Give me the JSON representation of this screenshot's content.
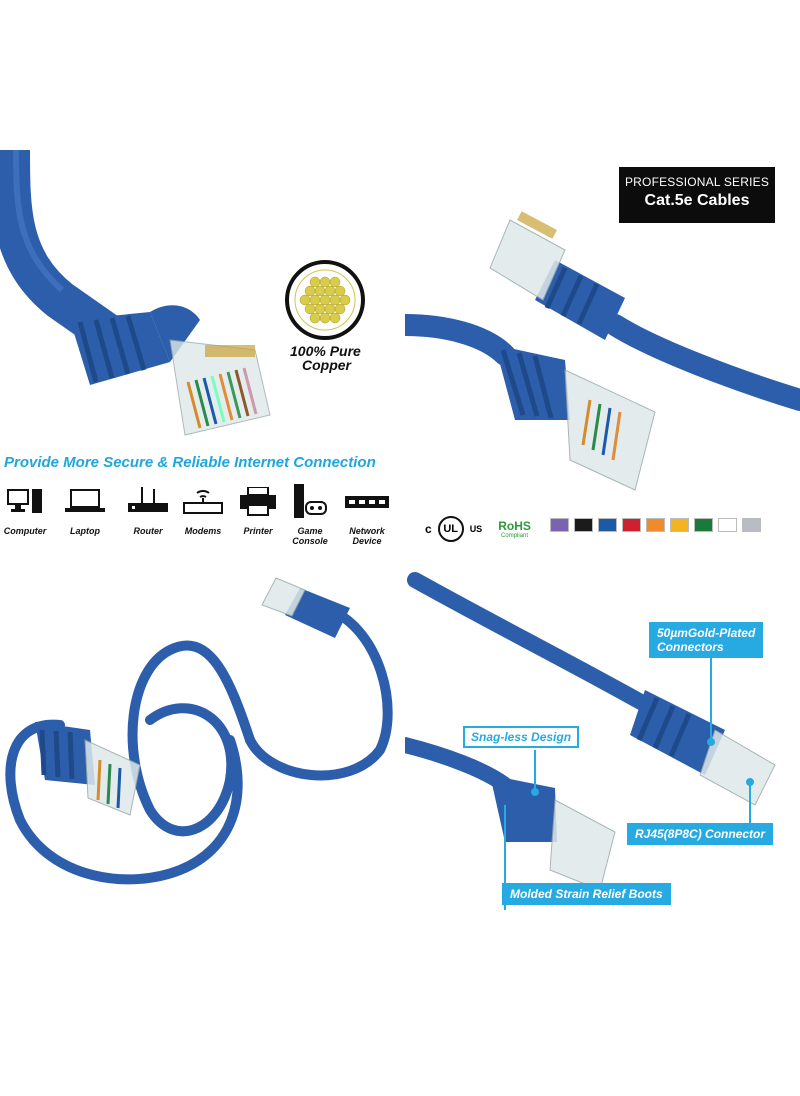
{
  "panel1": {
    "copper_label_line1": "100% Pure",
    "copper_label_line2": "Copper",
    "tagline": "Provide More Secure & Reliable Internet Connection",
    "devices": [
      {
        "label1": "Computer",
        "label2": "",
        "icon": "computer-icon"
      },
      {
        "label1": "Laptop",
        "label2": "",
        "icon": "laptop-icon"
      },
      {
        "label1": "Router",
        "label2": "",
        "icon": "router-icon"
      },
      {
        "label1": "Modems",
        "label2": "",
        "icon": "modem-icon"
      },
      {
        "label1": "Printer",
        "label2": "",
        "icon": "printer-icon"
      },
      {
        "label1": "Game",
        "label2": "Console",
        "icon": "game-console-icon"
      },
      {
        "label1": "Network",
        "label2": "Device",
        "icon": "network-device-icon"
      }
    ]
  },
  "panel2": {
    "series_line1": "PROFESSIONAL SERIES",
    "series_line2": "Cat.5e Cables",
    "ul_mark": "UL",
    "ul_c": "c",
    "ul_us": "US",
    "rohs": "RoHS",
    "rohs_sub": "Compliant",
    "swatch_colors": [
      "#7b63b4",
      "#1b1b1b",
      "#1c5aa8",
      "#d0202e",
      "#f08a2a",
      "#f6b321",
      "#1a7a3c",
      "#ffffff",
      "#b9bcc4"
    ]
  },
  "panel4": {
    "callout_gold_line1": "50µmGold-Plated",
    "callout_gold_line2": "Connectors",
    "callout_snag": "Snag-less Design",
    "callout_rj45": "RJ45(8P8C) Connector",
    "callout_boots": "Molded Strain Relief Boots"
  },
  "colors": {
    "cable_blue": "#2c5eab",
    "accent_cyan": "#27a9e1",
    "tagline_blue": "#1fa6df"
  }
}
